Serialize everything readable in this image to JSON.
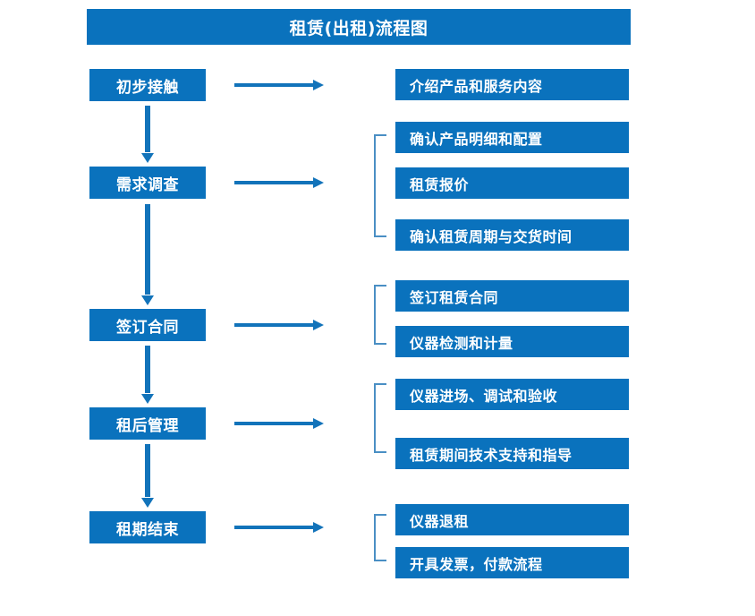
{
  "diagram": {
    "title": "租赁(出租)流程图",
    "accent_color": "#0a72bd",
    "connector_color": "#1273ba",
    "bracket_color": "#4a8fc4",
    "text_color": "#ffffff",
    "background_color": "#ffffff"
  },
  "stages": [
    {
      "id": "stage-1",
      "label": "初步接触"
    },
    {
      "id": "stage-2",
      "label": "需求调查"
    },
    {
      "id": "stage-3",
      "label": "签订合同"
    },
    {
      "id": "stage-4",
      "label": "租后管理"
    },
    {
      "id": "stage-5",
      "label": "租期结束"
    }
  ],
  "details": {
    "group1": [
      {
        "label": "介绍产品和服务内容"
      }
    ],
    "group2": [
      {
        "label": "确认产品明细和配置"
      },
      {
        "label": "租赁报价"
      },
      {
        "label": "确认租赁周期与交货时间"
      }
    ],
    "group3": [
      {
        "label": "签订租赁合同"
      },
      {
        "label": "仪器检测和计量"
      }
    ],
    "group4": [
      {
        "label": "仪器进场、调试和验收"
      },
      {
        "label": "租赁期间技术支持和指导"
      }
    ],
    "group5": [
      {
        "label": "仪器退租"
      },
      {
        "label": "开具发票，付款流程"
      }
    ]
  },
  "connectors": {
    "arrow_right_icon": "arrow-right-icon",
    "arrow_down_icon": "arrow-down-icon",
    "bracket_icon": "group-bracket-icon"
  }
}
